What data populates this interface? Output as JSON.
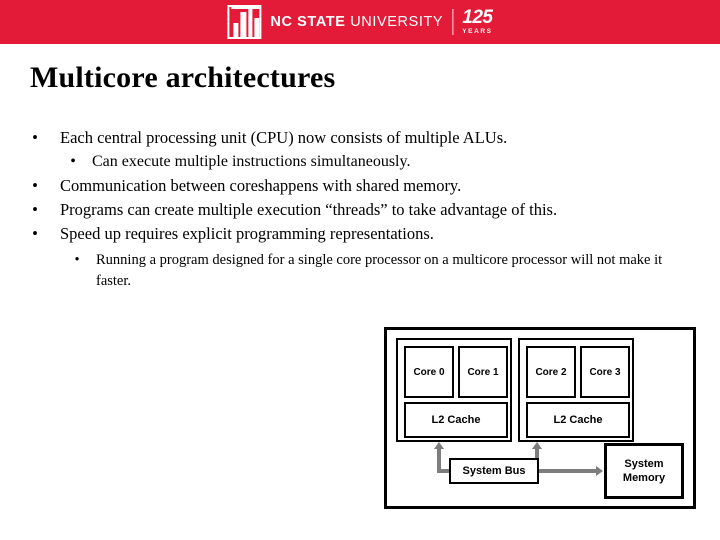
{
  "header": {
    "background_color": "#e31b38",
    "brand_icon": "nc-state-brick-tower-logo",
    "wordmark_bold": "NC STATE",
    "wordmark_light": "UNIVERSITY",
    "anniversary_number": "125",
    "anniversary_label": "YEARS"
  },
  "slide": {
    "title": "Multicore architectures",
    "bullets": [
      {
        "level": 1,
        "marker": "•",
        "text": "Each central processing unit (CPU) now consists of multiple ALUs."
      },
      {
        "level": 2,
        "marker": "•",
        "text": "Can execute multiple instructions simultaneously."
      },
      {
        "level": 1,
        "marker": "•",
        "text": "Communication between coreshappens with shared memory."
      },
      {
        "level": 1,
        "marker": "•",
        "text": "Programs can create multiple execution “threads” to take advantage of this."
      },
      {
        "level": 1,
        "marker": "•",
        "text": "Speed up requires explicit programming representations."
      },
      {
        "level": 3,
        "marker": "•",
        "text": "Running a program designed for a single core processor on a multicore processor will not make it faster."
      }
    ]
  },
  "diagram": {
    "name": "multicore-system-block-diagram",
    "line_color": "#000000",
    "connector_color": "#7d7d7d",
    "packages": [
      {
        "id": "package-a",
        "cores": [
          "Core 0",
          "Core 1"
        ],
        "cache": "L2 Cache"
      },
      {
        "id": "package-b",
        "cores": [
          "Core 2",
          "Core 3"
        ],
        "cache": "L2 Cache"
      }
    ],
    "bus_label": "System Bus",
    "memory_label_line1": "System",
    "memory_label_line2": "Memory"
  }
}
